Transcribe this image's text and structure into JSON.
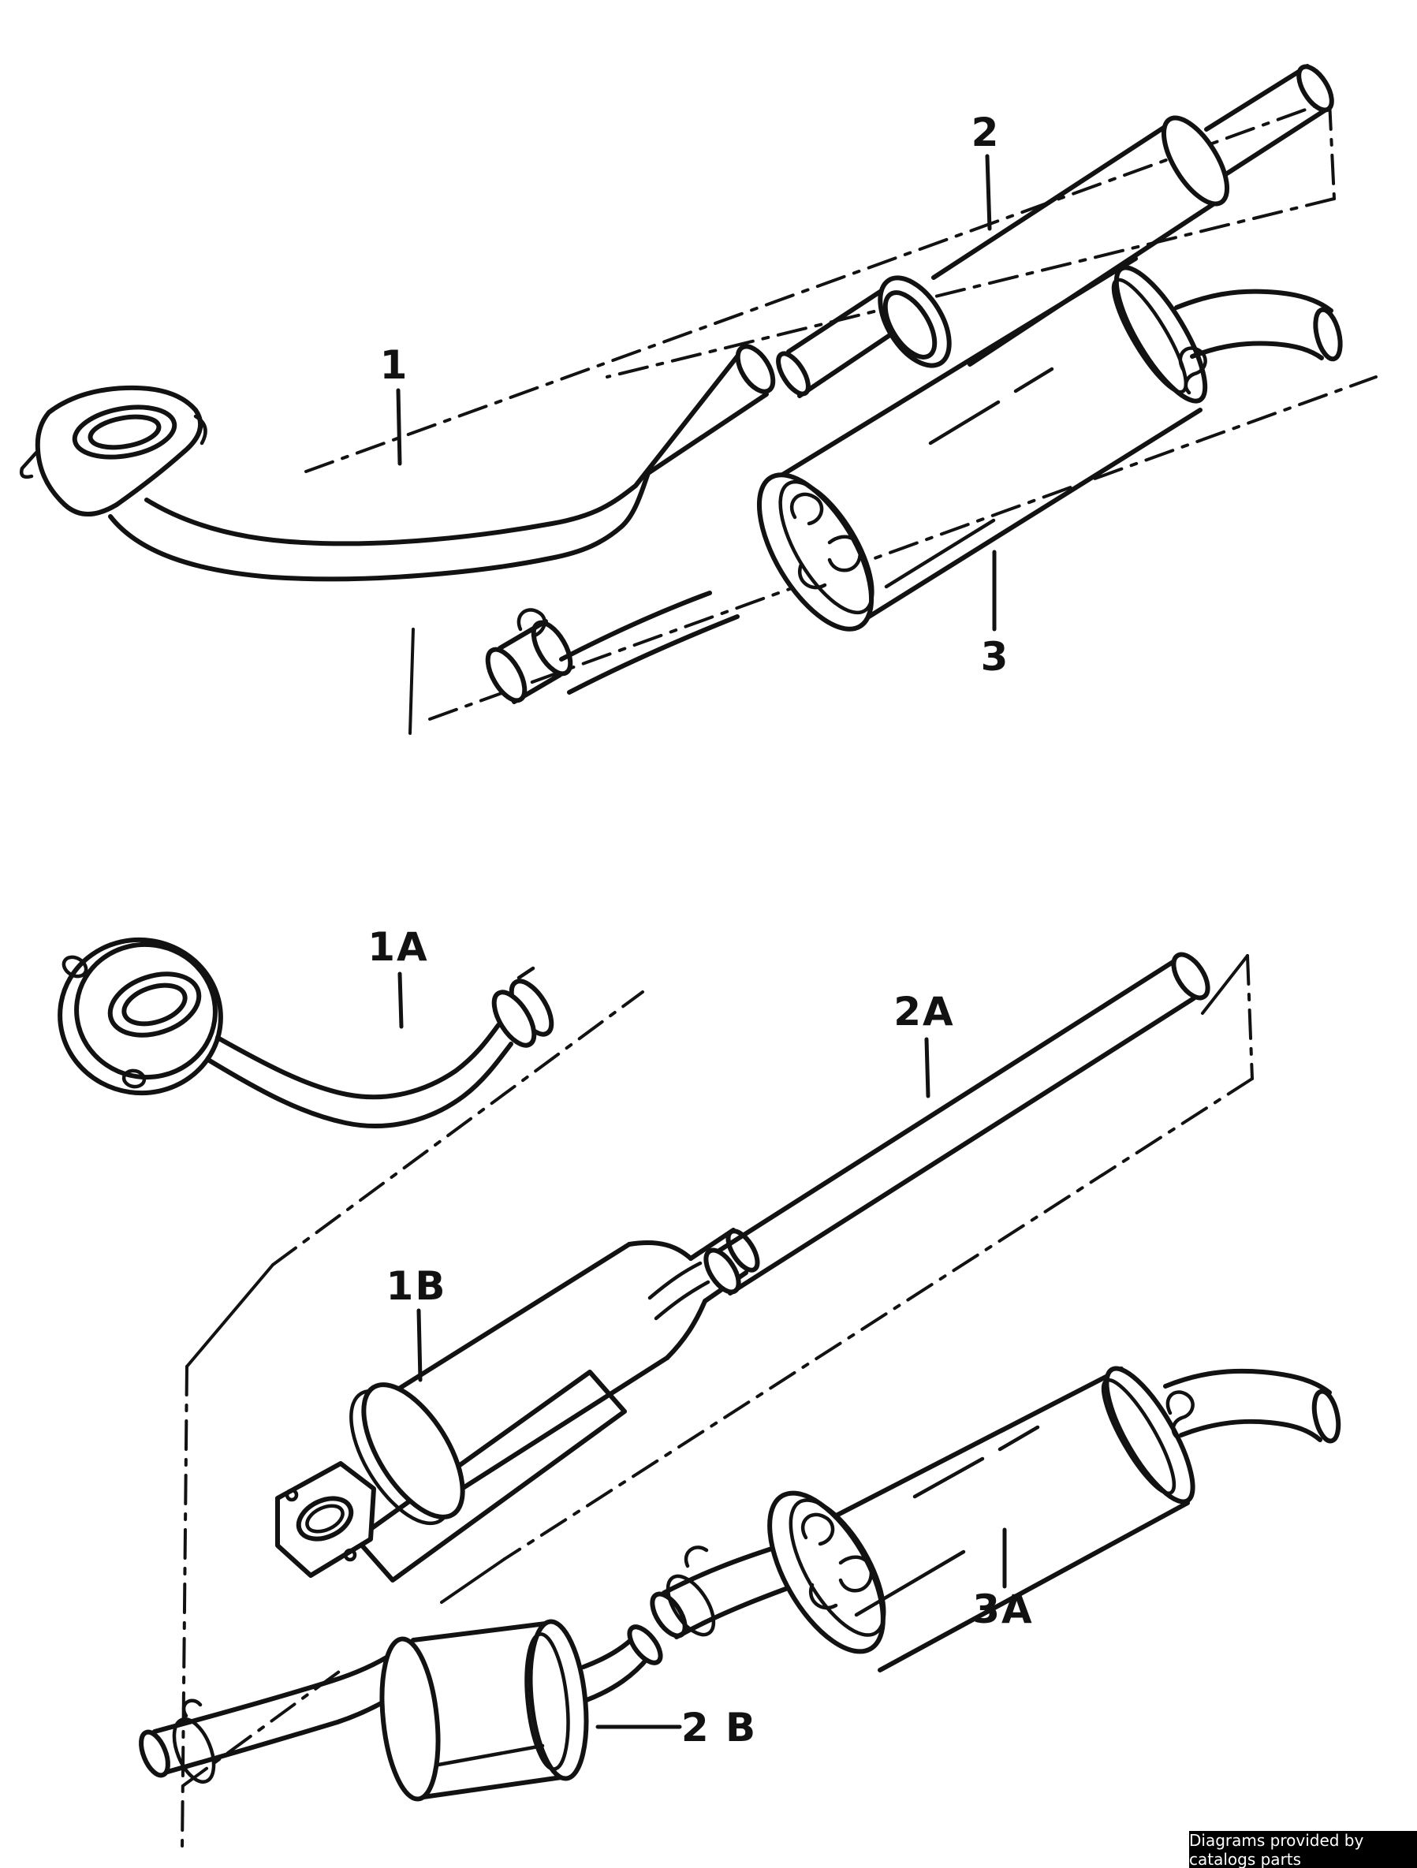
{
  "colors": {
    "background": "#ffffff",
    "line": "#121212",
    "badge_bg": "#000000",
    "badge_text": "#ffffff"
  },
  "diagram": {
    "type": "exploded-parts-line-drawing",
    "callouts": [
      {
        "label": "1"
      },
      {
        "label": "2"
      },
      {
        "label": "3"
      },
      {
        "label": "1A"
      },
      {
        "label": "2A"
      },
      {
        "label": "1B"
      },
      {
        "label": "2 B"
      },
      {
        "label": "3A"
      }
    ]
  },
  "badge": {
    "text": "Diagrams provided by catalogs parts"
  }
}
